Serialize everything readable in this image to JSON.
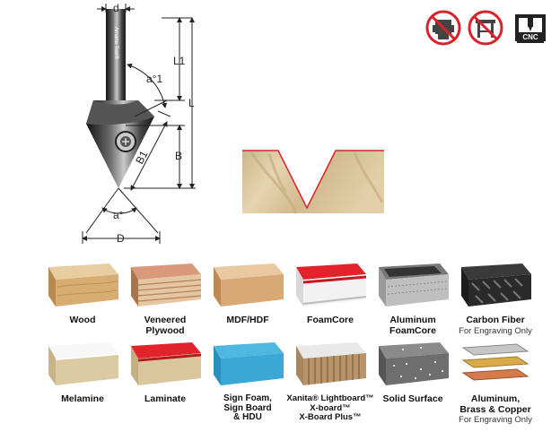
{
  "diagram": {
    "labels": {
      "d": "d",
      "L1": "L1",
      "L": "L",
      "B": "B",
      "B1": "B1",
      "a1": "a°1",
      "a": "a°",
      "D": "D"
    },
    "shank_brand_text": "Amana Tool®",
    "colors": {
      "groove": "#d8232a",
      "wood": "#d9c39b",
      "steel": "#2b2b2b",
      "prohibit": "#d8232a"
    }
  },
  "icons": [
    {
      "name": "no-hand-router-icon",
      "prohibited": true
    },
    {
      "name": "no-router-table-icon",
      "prohibited": true
    },
    {
      "name": "cnc-icon",
      "label": "CNC",
      "prohibited": false
    }
  ],
  "materials": [
    {
      "name": "Wood",
      "note": "",
      "swatch": "wood"
    },
    {
      "name": "Veneered\nPlywood",
      "note": "",
      "swatch": "plywood"
    },
    {
      "name": "MDF/HDF",
      "note": "",
      "swatch": "mdf"
    },
    {
      "name": "FoamCore",
      "note": "",
      "swatch": "foamcore"
    },
    {
      "name": "Aluminum\nFoamCore",
      "note": "",
      "swatch": "alufoam"
    },
    {
      "name": "Carbon Fiber",
      "note": "For Engraving Only",
      "swatch": "carbon"
    },
    {
      "name": "Melamine",
      "note": "",
      "swatch": "melamine"
    },
    {
      "name": "Laminate",
      "note": "",
      "swatch": "laminate"
    },
    {
      "name": "Sign Foam,\nSign Board\n& HDU",
      "note": "",
      "swatch": "signfoam"
    },
    {
      "name": "Xanita® Lightboard™\nX-board™\nX-Board Plus™",
      "note": "",
      "swatch": "xanita"
    },
    {
      "name": "Solid Surface",
      "note": "",
      "swatch": "solid"
    },
    {
      "name": "Aluminum,\nBrass & Copper",
      "note": "For Engraving Only",
      "swatch": "metals"
    }
  ]
}
